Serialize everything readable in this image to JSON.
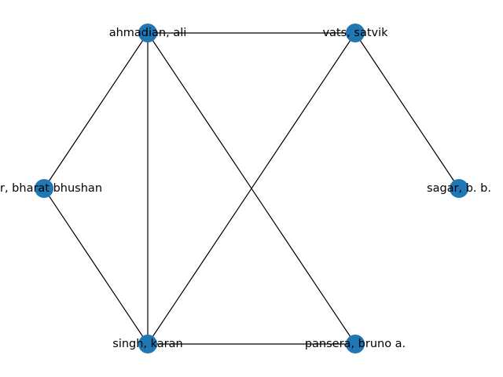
{
  "graph": {
    "node_color": "#1f77b4",
    "edge_color": "#000000",
    "nodes": [
      {
        "id": "ahmadian",
        "label": "ahmadian, ali"
      },
      {
        "id": "vats",
        "label": "vats, satvik"
      },
      {
        "id": "bharat",
        "label": "r, bharat bhushan"
      },
      {
        "id": "sagar",
        "label": "sagar, b. b."
      },
      {
        "id": "singh",
        "label": "singh, karan"
      },
      {
        "id": "pansera",
        "label": "pansera, bruno a."
      }
    ],
    "edges": [
      [
        "ahmadian",
        "vats"
      ],
      [
        "ahmadian",
        "bharat"
      ],
      [
        "ahmadian",
        "singh"
      ],
      [
        "ahmadian",
        "pansera"
      ],
      [
        "vats",
        "singh"
      ],
      [
        "vats",
        "sagar"
      ],
      [
        "bharat",
        "singh"
      ],
      [
        "singh",
        "pansera"
      ]
    ]
  }
}
